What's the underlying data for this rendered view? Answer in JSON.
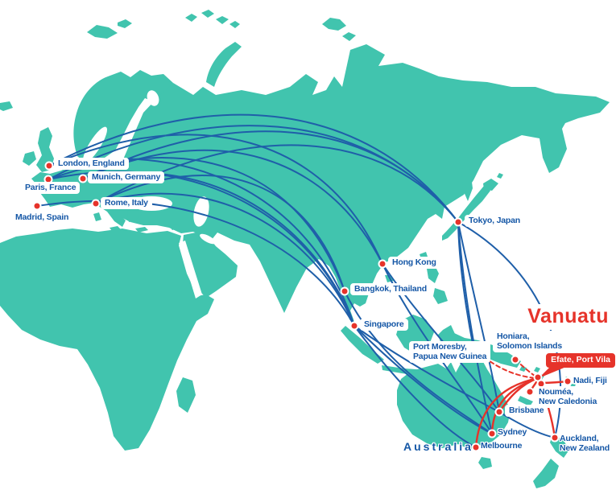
{
  "title": "Vanuatu",
  "destination_callout": "Efate, Port Vila",
  "country_label": "Australia",
  "cities": {
    "london": {
      "label": "London, England"
    },
    "munich": {
      "label": "Munich, Germany"
    },
    "paris": {
      "label": "Paris, France"
    },
    "madrid": {
      "label": "Madrid, Spain"
    },
    "rome": {
      "label": "Rome, Italy"
    },
    "tokyo": {
      "label": "Tokyo, Japan"
    },
    "hong_kong": {
      "label": "Hong Kong"
    },
    "bangkok": {
      "label": "Bangkok, Thailand"
    },
    "singapore": {
      "label": "Singapore"
    },
    "port_moresby": {
      "line1": "Port Moresby,",
      "line2": "Papua New Guinea"
    },
    "honiara": {
      "line1": "Honiara,",
      "line2": "Solomon Islands"
    },
    "nadi": {
      "label": "Nadi, Fiji"
    },
    "noumea": {
      "line1": "Nouméa,",
      "line2": "New Caledonia"
    },
    "brisbane": {
      "label": "Brisbane"
    },
    "sydney": {
      "label": "Sydney"
    },
    "melbourne": {
      "label": "Melbourne"
    },
    "auckland": {
      "line1": "Auckland,",
      "line2": "New Zealand"
    }
  },
  "routes": {
    "blue_connections": [
      "London–Tokyo",
      "Paris–Tokyo",
      "Munich–Tokyo",
      "Rome–Tokyo",
      "London–Hong Kong",
      "Munich–Hong Kong",
      "Paris–Bangkok",
      "Rome–Bangkok",
      "London–Singapore",
      "Paris–Singapore",
      "Munich–Singapore",
      "Rome–Singapore",
      "Madrid–Singapore",
      "Tokyo–Port Moresby",
      "Tokyo–Brisbane",
      "Tokyo–Sydney",
      "Tokyo–Auckland",
      "Hong Kong–Brisbane",
      "Hong Kong–Sydney",
      "Bangkok–Sydney",
      "Singapore–Brisbane",
      "Singapore–Sydney",
      "Singapore–Melbourne",
      "Brisbane–Auckland"
    ],
    "red_connections": [
      "Port Vila–Brisbane",
      "Port Vila–Sydney",
      "Port Vila–Melbourne",
      "Port Vila–Auckland",
      "Port Vila–Nadi",
      "Port Vila–Nouméa"
    ],
    "red_dashed_connections": [
      "Port Vila–Honiara",
      "Port Vila–Port Moresby"
    ]
  },
  "colors": {
    "land": "#41C4AE",
    "route_blue": "#1F5FA9",
    "route_red": "#E6332A",
    "label_text": "#1557A6",
    "label_bg": "#FFFFFF"
  }
}
